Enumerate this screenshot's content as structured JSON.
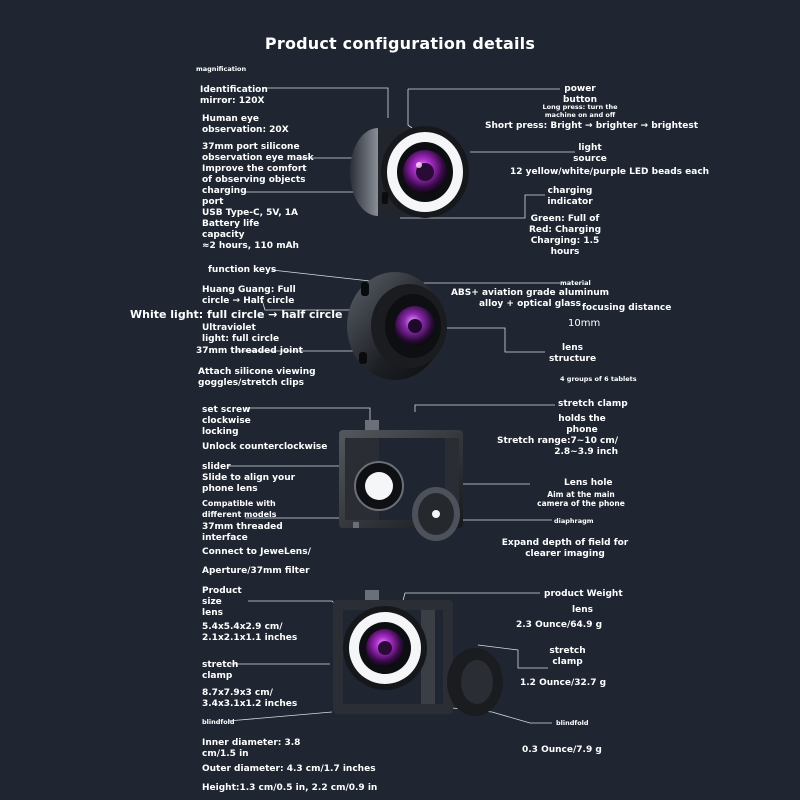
{
  "title": "Product configuration details",
  "sections": {
    "lens": {
      "magnification": "magnification",
      "ident_mirror": "Identification\nmirror: 120X",
      "human_eye": "Human eye\nobservation: 20X",
      "eye_mask": "37mm port silicone\nobservation eye mask\nImprove the comfort\nof observing objects",
      "charging_port": "charging\nport\nUSB Type-C, 5V, 1A\nBattery life\ncapacity\n≈2 hours, 110 mAh",
      "power_button": "power\nbutton",
      "long_press": "Long press: turn the\nmachine on and off",
      "short_press": "Short press: Bright → brighter → brightest",
      "light_source": "light\nsource",
      "led_beads": "12 yellow/white/purple LED beads each",
      "charging_indicator": "charging\nindicator",
      "indicator_states": "Green: Full of\nRed: Charging\nCharging: 1.5\nhours"
    },
    "lens_side": {
      "function_keys": "function keys",
      "huang_guang": "Huang Guang: Full\ncircle → Half circle",
      "white_light": "White light: full circle → half circle",
      "ultraviolet": "Ultraviolet\nlight: full circle",
      "threaded_joint": "37mm threaded joint",
      "attach_goggles": "Attach silicone viewing\ngoggles/stretch clips",
      "material": "material",
      "material_desc": "ABS+ aviation grade aluminum\nalloy + optical glass",
      "focusing_distance": "focusing distance",
      "focus_value": "10mm",
      "lens_structure": "lens\nstructure",
      "tablets": "4 groups of 6 tablets"
    },
    "clamp": {
      "set_screw": "set screw\nclockwise\nlocking",
      "unlock": "Unlock counterclockwise",
      "slider": "slider\nSlide to align your\nphone lens",
      "compatible": "Compatible with\ndifferent models",
      "threaded_interface": "37mm threaded\ninterface",
      "connect": "Connect to JeweLens/",
      "aperture": "Aperture/37mm filter",
      "stretch_clamp": "stretch clamp",
      "holds_phone": "holds the\nphone",
      "stretch_range": "Stretch range:7~10 cm/\n2.8~3.9 inch",
      "lens_hole": "Lens hole",
      "aim_camera": "Aim at the main\ncamera of the phone",
      "diaphragm": "diaphragm",
      "depth_field": "Expand depth of field for\nclearer imaging"
    },
    "size": {
      "product_size_lens": "Product\nsize\nlens",
      "lens_dims": "5.4x5.4x2.9 cm/\n2.1x2.1x1.1 inches",
      "stretch_clamp": "stretch\nclamp",
      "clamp_dims": "8.7x7.9x3 cm/\n3.4x3.1x1.2 inches",
      "blindfold": "blindfold",
      "inner_diameter": "Inner diameter: 3.8\ncm/1.5 in",
      "outer_diameter": "Outer diameter: 4.3 cm/1.7 inches",
      "height": "Height:1.3 cm/0.5 in, 2.2 cm/0.9 in",
      "product_weight": "product Weight",
      "lens_w": "lens",
      "lens_weight": "2.3 Ounce/64.9 g",
      "clamp_w": "stretch\nclamp",
      "clamp_weight": "1.2 Ounce/32.7 g",
      "blindfold_w": "blindfold",
      "blindfold_weight": "0.3 Ounce/7.9 g"
    }
  },
  "colors": {
    "background": "#1f2631",
    "ring_light": "#f4f6f8",
    "lens_purple": "#b02fd0",
    "body_dark": "#16181c"
  }
}
